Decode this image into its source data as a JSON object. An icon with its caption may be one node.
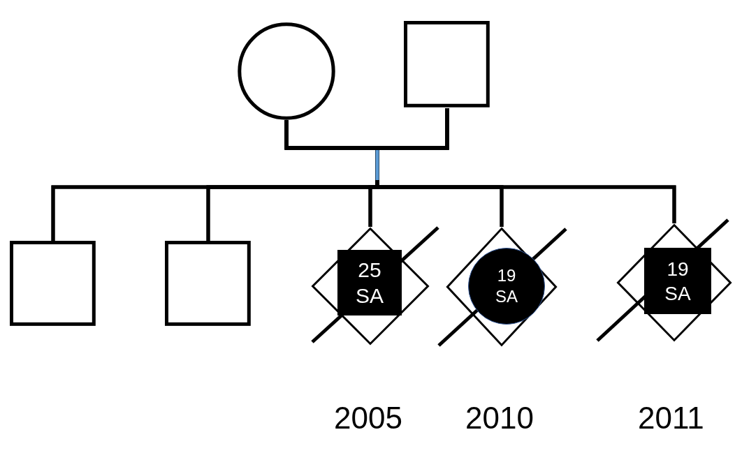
{
  "diagram": {
    "nodes": [
      {
        "text": [],
        "shape": "circle"
      },
      {
        "text": [],
        "shape": "box"
      },
      {
        "text": [],
        "shape": "box"
      },
      {
        "text": [],
        "shape": "box"
      },
      {
        "text": [],
        "shape": "diamond",
        "beside": [
          "2005"
        ]
      },
      {
        "text": [
          "25 SA"
        ],
        "in": 4
      },
      {
        "text": [],
        "shape": "diamond",
        "beside": [
          "2010"
        ]
      },
      {
        "text": [
          "19 SA"
        ],
        "in": 6
      },
      {
        "text": [],
        "shape": "diamond",
        "beside": [
          "2011"
        ]
      },
      {
        "text": [
          "19 SA"
        ],
        "in": 8
      }
    ],
    "edges": [
      {
        "from": 0,
        "to": 1,
        "arrow": "none"
      },
      {
        "from": 0,
        "to": 2,
        "arrow": "none"
      },
      {
        "from": 0,
        "to": 3,
        "arrow": "none"
      },
      {
        "from": 0,
        "to": 4,
        "arrow": "none"
      },
      {
        "from": 0,
        "to": 6,
        "arrow": "none"
      },
      {
        "from": 0,
        "to": 8,
        "arrow": "none"
      },
      {
        "from": 1,
        "to": 2,
        "arrow": "none"
      },
      {
        "from": 1,
        "to": 3,
        "arrow": "none"
      },
      {
        "from": 1,
        "to": 4,
        "arrow": "none"
      },
      {
        "from": 1,
        "to": 6,
        "arrow": "none"
      },
      {
        "from": 1,
        "to": 8,
        "arrow": "none"
      }
    ]
  }
}
